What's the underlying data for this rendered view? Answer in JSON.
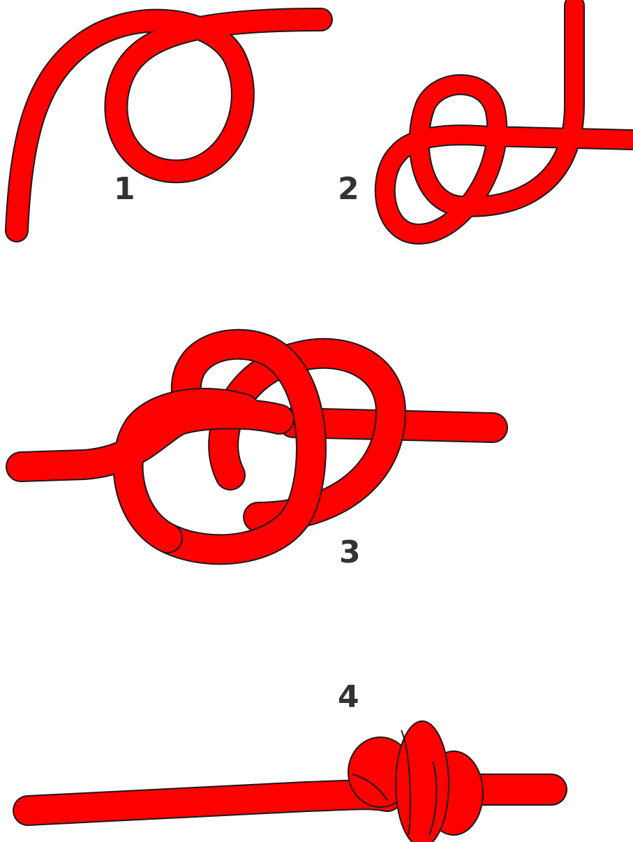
{
  "colors": {
    "rope": "#ff0000",
    "outline": "#1a1a1a",
    "label": "#333333",
    "background": "#ffffff"
  },
  "steps": [
    {
      "label": "1"
    },
    {
      "label": "2"
    },
    {
      "label": "3"
    },
    {
      "label": "4"
    }
  ]
}
